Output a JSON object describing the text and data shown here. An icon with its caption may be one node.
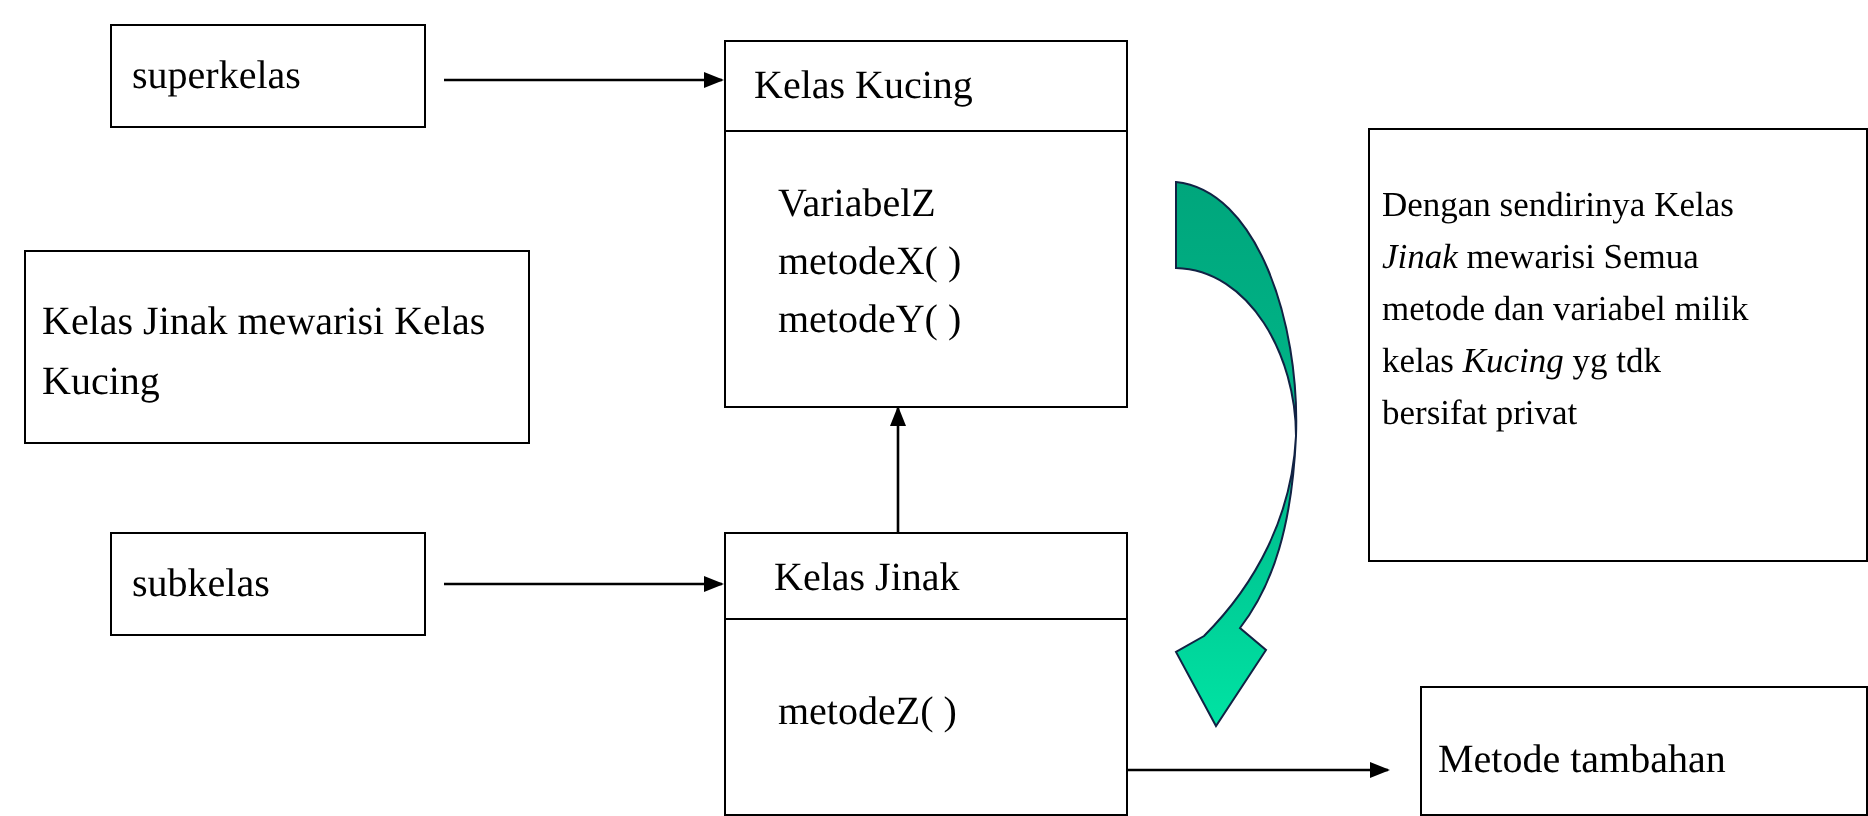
{
  "diagram": {
    "nodes": [
      {
        "text": [
          "superkelas"
        ]
      },
      {
        "text": [
          "Kelas Kucing",
          "VariabelZ",
          "metodeX( )",
          "metodeY( )"
        ]
      },
      {
        "text": [
          "Kelas Jinak mewarisi Kelas Kucing"
        ]
      },
      {
        "text": [
          "subkelas"
        ]
      },
      {
        "text": [
          "Kelas Jinak",
          "metodeZ( )"
        ]
      },
      {
        "text": [
          "Dengan sendirinya Kelas *Jinak* mewarisi Semua metode dan variabel milik kelas *Kucing* yg tdk bersifat privat"
        ]
      },
      {
        "text": [
          "Metode tambahan"
        ]
      }
    ],
    "edges": [
      {
        "from": 0,
        "to": 1,
        "arrow": "to"
      },
      {
        "from": 4,
        "to": 1,
        "arrow": "to"
      },
      {
        "from": 3,
        "to": 4,
        "arrow": "to"
      },
      {
        "from": 4,
        "to": 6,
        "arrow": "to"
      }
    ]
  }
}
